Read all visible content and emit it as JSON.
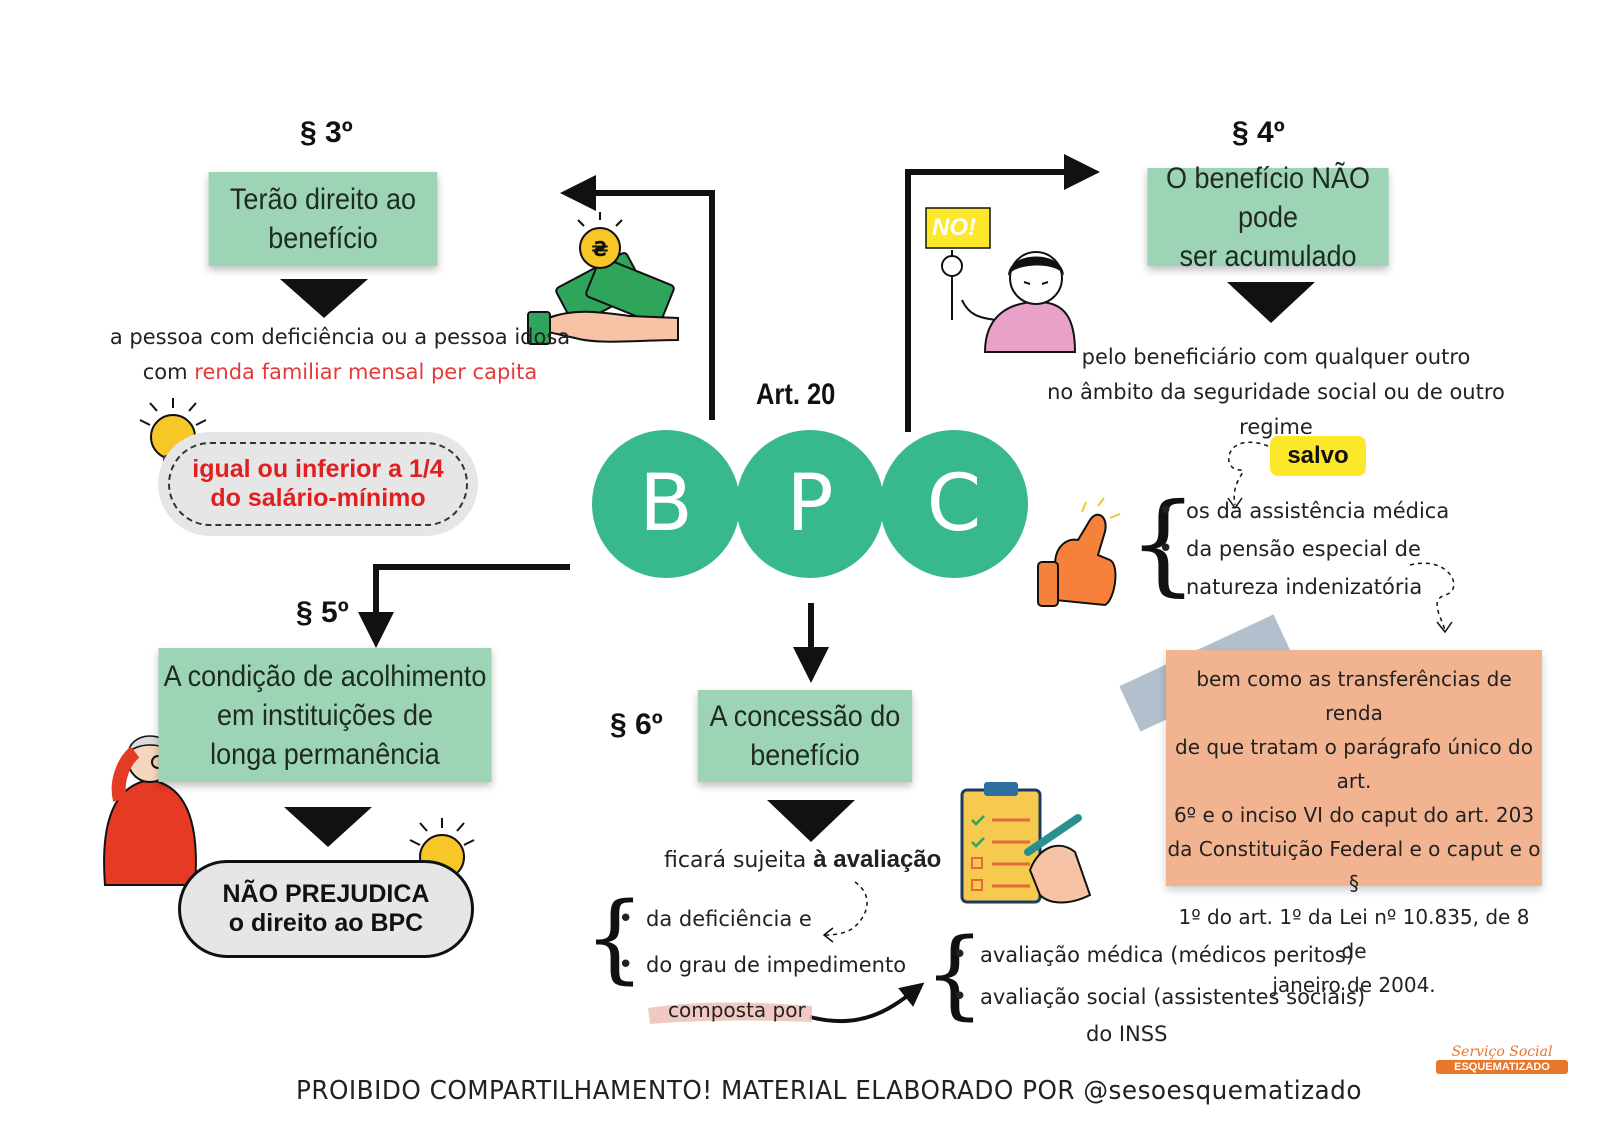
{
  "article": "Art. 20",
  "bpc_letters": [
    "B",
    "P",
    "C"
  ],
  "p3": {
    "label": "§ 3º",
    "box_lines": [
      "Terão direito ao",
      "benefício"
    ],
    "text_line1": "a pessoa com deficiência ou a pessoa idosa",
    "text_line2_prefix": "com ",
    "text_line2_highlight": "renda familiar mensal per capita",
    "pill_lines": [
      "igual ou inferior a 1/4",
      "do salário-mínimo"
    ]
  },
  "p4": {
    "label": "§ 4º",
    "box_lines": [
      "O benefício NÃO pode",
      "ser acumulado"
    ],
    "sign_text": "NO!",
    "text_line1": "pelo beneficiário com qualquer outro",
    "text_line2": "no âmbito da seguridade social ou de outro regime",
    "salvo": "salvo",
    "bullets": [
      "os da assistência médica",
      "da pensão especial de"
    ],
    "bullet_cont": "natureza indenizatória",
    "note_lines": [
      "bem como as transferências de renda",
      "de que tratam o parágrafo único do art.",
      "6º e o inciso VI do caput do art. 203",
      "da Constituição Federal e o caput e o §",
      "1º do art. 1º da Lei nº 10.835, de 8 de",
      "janeiro de 2004."
    ]
  },
  "p5": {
    "label": "§ 5º",
    "box_lines": [
      "A condição de acolhimento",
      "em instituições de",
      "longa permanência"
    ],
    "pill_lines": [
      "NÃO PREJUDICA",
      "o direito ao BPC"
    ]
  },
  "p6": {
    "label": "§ 6º",
    "box_lines": [
      "A concessão do",
      "benefício"
    ],
    "text_prefix": "ficará sujeita ",
    "text_bold": "à avaliação",
    "bullets": [
      "da deficiência e",
      "do grau de impedimento"
    ],
    "composta": "composta por",
    "eval_bullets": [
      "avaliação médica (médicos peritos)",
      "avaliação social (assistentes sociais)"
    ],
    "eval_cont": "do INSS"
  },
  "footer": "PROIBIDO COMPARTILHAMENTO!  MATERIAL ELABORADO POR @sesoesquematizado",
  "logo": {
    "line1": "Serviço Social",
    "line2": "ESQUEMATIZADO"
  },
  "colors": {
    "green_box": "#9dd4b5",
    "green_circle": "#38b88d",
    "red": "#e43a3a",
    "yellow": "#fde72b",
    "salmon": "#f2b391"
  }
}
